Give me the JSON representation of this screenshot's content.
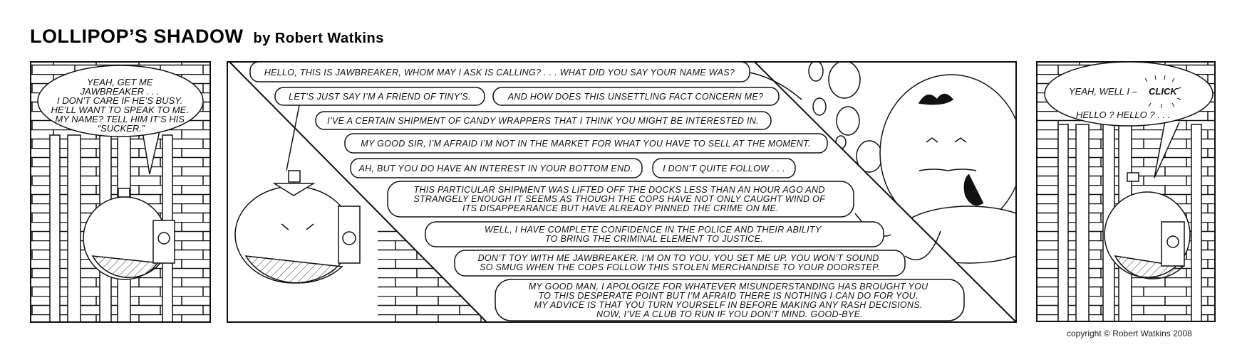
{
  "header": {
    "title": "LOLLIPOP’S SHADOW",
    "byline": "by Robert Watkins"
  },
  "panel1": {
    "balloon": [
      "YEAH, GET ME",
      "JAWBREAKER . . .",
      "I DON’T CARE IF HE’S BUSY.",
      "HE’LL WANT TO SPEAK TO ME.",
      "MY NAME? TELL HIM IT’S HIS",
      "“SUCKER.”"
    ]
  },
  "panel2_3": {
    "balloons": [
      [
        "HELLO, THIS IS JAWBREAKER, WHOM MAY I ASK IS CALLING? . . . WHAT DID YOU SAY YOUR NAME WAS?"
      ],
      [
        "LET’S JUST SAY I’M A FRIEND OF TINY’S."
      ],
      [
        "AND HOW DOES THIS UNSETTLING FACT CONCERN ME?"
      ],
      [
        "I’VE A CERTAIN SHIPMENT OF CANDY WRAPPERS THAT I THINK YOU MIGHT BE INTERESTED IN."
      ],
      [
        "MY GOOD SIR, I’M AFRAID I’M NOT IN THE MARKET FOR WHAT YOU HAVE TO SELL AT THE MOMENT."
      ],
      [
        "AH, BUT YOU DO HAVE AN INTEREST IN YOUR BOTTOM END."
      ],
      [
        "I DON’T QUITE FOLLOW . . ."
      ],
      [
        "THIS PARTICULAR SHIPMENT WAS LIFTED OFF THE DOCKS LESS THAN AN HOUR AGO AND",
        "STRANGELY ENOUGH IT SEEMS AS THOUGH THE COPS HAVE NOT ONLY CAUGHT WIND OF",
        "ITS DISAPPEARANCE BUT HAVE ALREADY PINNED THE CRIME ON ME."
      ],
      [
        "WELL, I HAVE COMPLETE CONFIDENCE IN THE POLICE AND THEIR ABILITY",
        "TO BRING THE CRIMINAL ELEMENT TO JUSTICE."
      ],
      [
        "DON’T TOY WITH ME JAWBREAKER.  I’M ON TO YOU. YOU SET ME UP. YOU WON’T SOUND",
        "SO SMUG WHEN THE COPS FOLLOW THIS STOLEN MERCHANDISE TO YOUR DOORSTEP."
      ],
      [
        "MY GOOD MAN, I APOLOGIZE FOR WHATEVER MISUNDERSTANDING HAS BROUGHT YOU",
        "TO THIS DESPERATE POINT BUT I’M AFRAID THERE IS NOTHING I CAN DO FOR YOU.",
        "MY ADVICE IS THAT YOU TURN YOURSELF IN BEFORE MAKING ANY RASH DECISIONS.",
        "NOW, I’VE A CLUB TO RUN IF YOU DON’T MIND.  GOOD-BYE."
      ]
    ]
  },
  "panel4": {
    "balloon_line1": "YEAH, WELL I –",
    "sound_effect": "CLICK",
    "balloon_line2": "HELLO ? HELLO ? . . ."
  },
  "footer": {
    "copyright": "copyright  © Robert Watkins 2008"
  }
}
